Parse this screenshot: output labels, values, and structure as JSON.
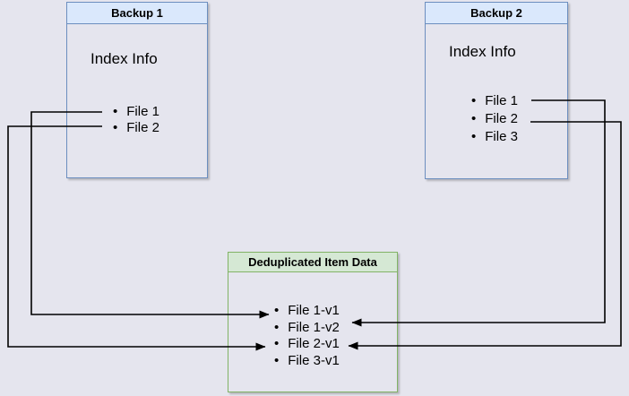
{
  "diagram": {
    "backup1": {
      "title": "Backup 1",
      "subtitle": "Index Info",
      "files": [
        "File 1",
        "File 2"
      ]
    },
    "backup2": {
      "title": "Backup 2",
      "subtitle": "Index Info",
      "files": [
        "File 1",
        "File 2",
        "File 3"
      ]
    },
    "dedup": {
      "title": "Deduplicated Item Data",
      "items": [
        "File 1-v1",
        "File 1-v2",
        "File 2-v1",
        "File 3-v1"
      ]
    },
    "links": [
      {
        "from": "Backup 1 / File 1",
        "to": "File 1-v1"
      },
      {
        "from": "Backup 1 / File 2",
        "to": "File 2-v1"
      },
      {
        "from": "Backup 2 / File 1",
        "to": "File 1-v2"
      },
      {
        "from": "Backup 2 / File 2",
        "to": "File 2-v1"
      }
    ],
    "colors": {
      "background": "#e5e5ee",
      "blue_fill": "#dae8fc",
      "blue_border": "#6c8ebf",
      "green_fill": "#d5e8d4",
      "green_border": "#82b366",
      "arrow": "#000000",
      "text": "#000000"
    }
  }
}
